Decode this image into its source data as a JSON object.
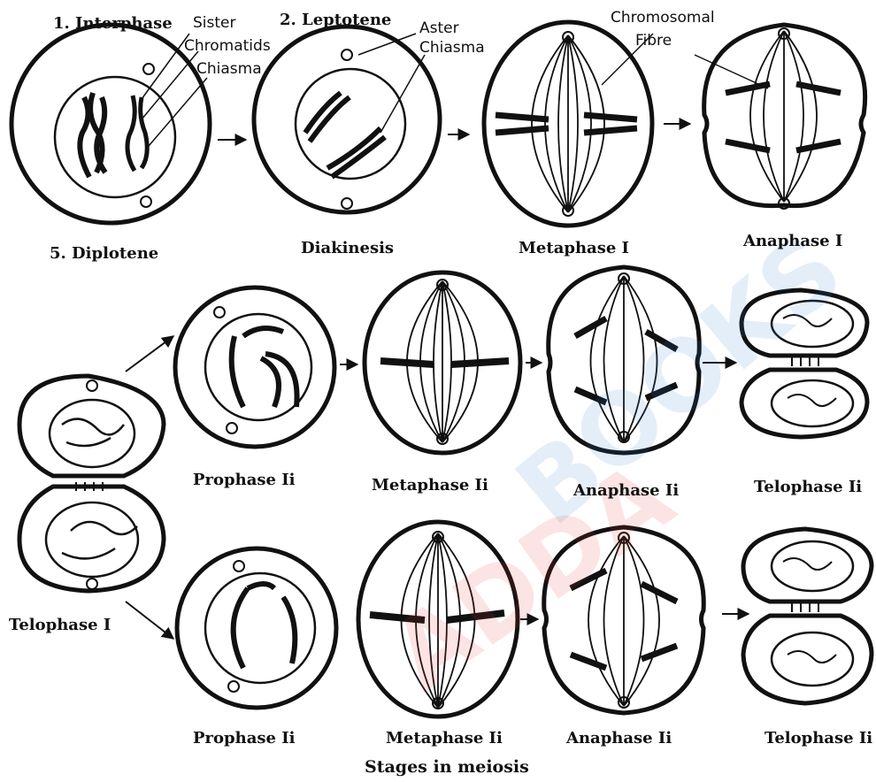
{
  "labels": {
    "interphase": "1. Interphase",
    "leptotene": "2. Leptotene",
    "diplotene": "5. Diplotene",
    "diakinesis": "Diakinesis",
    "metaphase_1": "Metaphase I",
    "anaphase_1": "Anaphase I",
    "telophase_1": "Telophase I",
    "prophase_2_top": "Prophase Ii",
    "metaphase_2_top": "Metaphase Ii",
    "anaphase_2_top": "Anaphase Ii",
    "telophase_2_top": "Telophase Ii",
    "prophase_2_bottom": "Prophase Ii",
    "metaphase_2_bottom": "Metaphase Ii",
    "anaphase_2_bottom": "Anaphase Ii",
    "telophase_2_bottom": "Telophase Ii"
  },
  "annotations": {
    "sister": "Sister",
    "chromatids": "Chromatids",
    "chiasma_1": "Chiasma",
    "aster": "Aster",
    "chiasma_2": "Chiasma",
    "chromosomal": "Chromosomal",
    "fibre": "Fibre"
  },
  "caption": "Stages in meiosis",
  "watermark": {
    "blue_text": "BOOKS",
    "red_text": "ADDA",
    "blue_color": "#2f7fd6",
    "red_color": "#e23b2e"
  }
}
